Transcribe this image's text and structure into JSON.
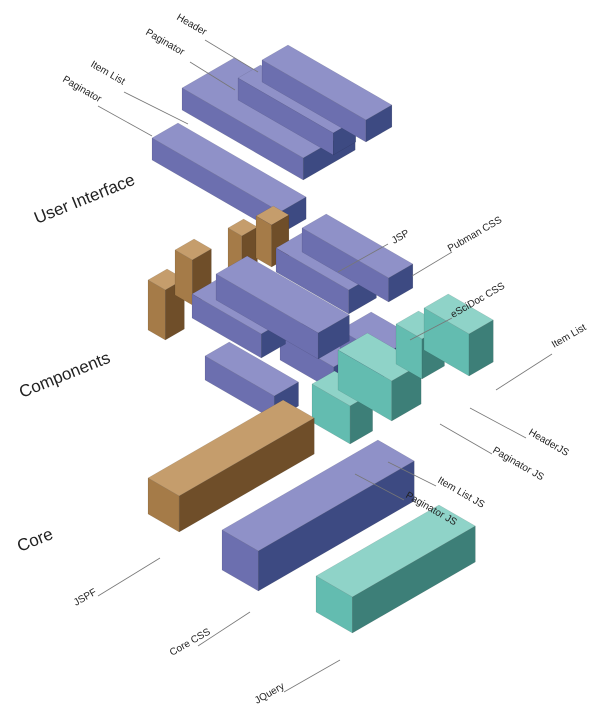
{
  "colors": {
    "purple_top": "#8f91c8",
    "purple_left": "#6c6faf",
    "purple_right": "#3d4a82",
    "teal_top": "#8fd3c8",
    "teal_left": "#63bcb0",
    "teal_right": "#3d7f78",
    "brown_top": "#c59d6c",
    "brown_left": "#a57b48",
    "brown_right": "#6f4e29",
    "label": "#222222",
    "leader": "#777777"
  },
  "layers": {
    "user_interface": "User Interface",
    "components": "Components",
    "core": "Core"
  },
  "ui_labels": {
    "header": "Header",
    "paginator_top": "Paginator",
    "item_list": "Item List",
    "paginator": "Paginator"
  },
  "component_labels": {
    "jsp": "JSP",
    "pubman_css": "Pubman CSS",
    "escidoc_css": "eSciDoc CSS",
    "item_list": "Item List",
    "header_js": "HeaderJS",
    "paginator_js_a": "Paginator JS",
    "item_list_js": "Item List JS",
    "paginator_js_b": "Paginator JS"
  },
  "core_labels": {
    "jspf": "JSPF",
    "core_css": "Core CSS",
    "jquery": "JQuery"
  }
}
